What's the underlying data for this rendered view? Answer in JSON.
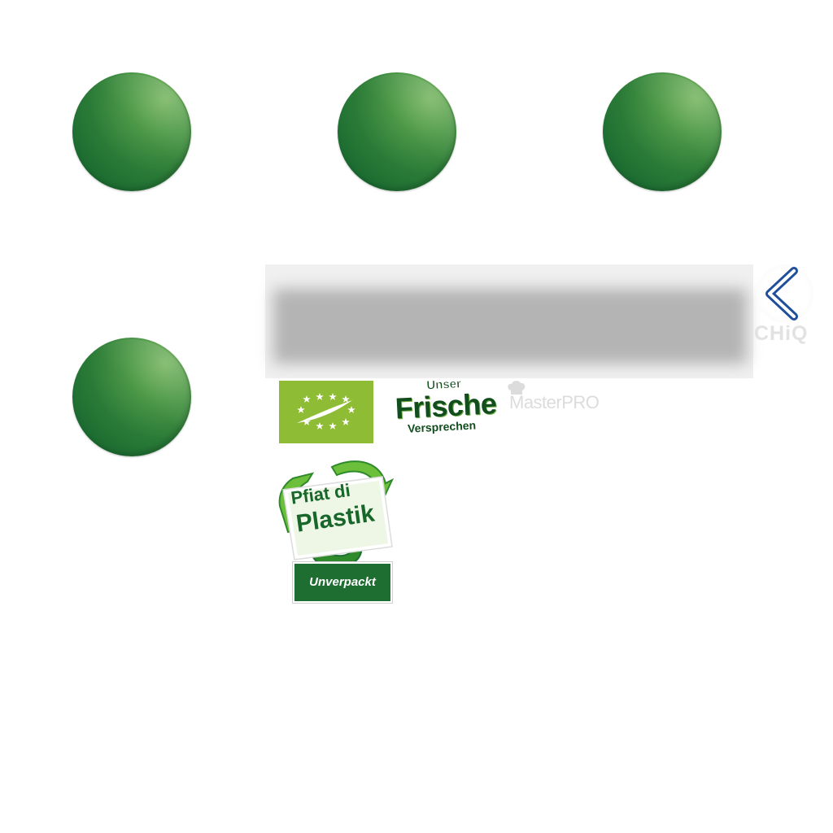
{
  "brand_colors": {
    "green_button": "#2a7a37",
    "banner_grey": "#b4b4b4",
    "chevron_blue": "#1f4e9a",
    "eu_green": "#8fbc35"
  },
  "navigation": {
    "back_icon": "chevron-left-icon"
  },
  "watermarks": {
    "chiq": "CHiQ",
    "masterpro": "MasterPRO"
  },
  "badges": {
    "eu_organic_icon": "eu-organic-leaf-icon",
    "frische": {
      "top": "Unser",
      "main": "Frische",
      "bottom": "Versprechen"
    },
    "plastik": {
      "line1": "Pfiat di",
      "line2": "Plastik",
      "ribbon": "Unverpackt"
    }
  }
}
